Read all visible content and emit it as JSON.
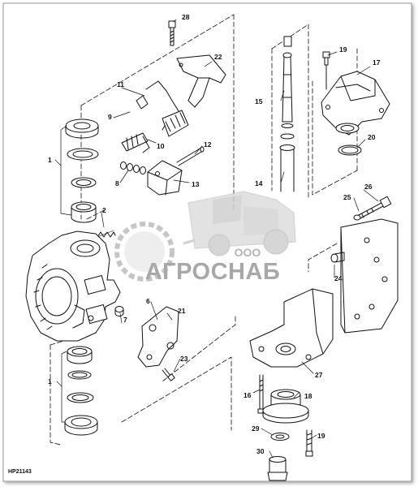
{
  "diagram_id": "HP21143",
  "watermark": {
    "company_prefix": "ООО",
    "company_name": "АГРОСНАБ"
  },
  "callouts": {
    "c28": "28",
    "c22": "22",
    "c11": "11",
    "c9": "9",
    "c10": "10",
    "c12": "12",
    "c8": "8",
    "c13": "13",
    "c1a": "1",
    "c2": "2",
    "c15": "15",
    "c14": "14",
    "c19a": "19",
    "c17": "17",
    "c20": "20",
    "c26": "26",
    "c25": "25",
    "c24": "24",
    "c6": "6",
    "c21": "21",
    "c7": "7",
    "c23": "23",
    "c27": "27",
    "c1b": "1",
    "c16": "16",
    "c18": "18",
    "c29": "29",
    "c19b": "19",
    "c30": "30"
  }
}
